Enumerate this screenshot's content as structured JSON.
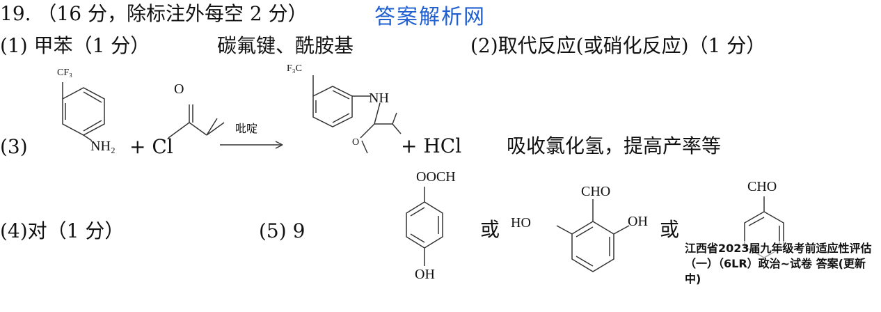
{
  "header": "19. （16 分，除标注外每空 2 分）",
  "watermark": "答案解析网",
  "row1": {
    "p1": "(1) 甲苯（1 分）",
    "p1_b": "碳氟键、酰胺基",
    "p2": "(2)取代反应(或硝化反应)（1 分）"
  },
  "row3": {
    "label": "(3)",
    "cf3": "CF₃",
    "nh2": "NH₂",
    "plus1": "+ Cl",
    "o_acyl": "O",
    "reagent": "吡啶",
    "arrow": "⟶",
    "f3c": "F₃C",
    "nh": "NH",
    "o_amide": "O",
    "plus_hcl": "+ HCl",
    "note": "吸收氯化氢，提高产率等"
  },
  "row4": {
    "p4": "(4)对（1 分）",
    "p5": "(5) 9",
    "ooch": "OOCH",
    "oh_bottom": "OH",
    "or1": "或",
    "cho1": "CHO",
    "ho_left": "HO",
    "oh_right": "OH",
    "or2": "或",
    "cho2": "CHO"
  },
  "overlay": "江西省2023届九年级考前适应性评估（一）（6LR）政治~试卷 答案(更新中)",
  "colors": {
    "watermark": "#1f5fd0",
    "text": "#111111"
  }
}
